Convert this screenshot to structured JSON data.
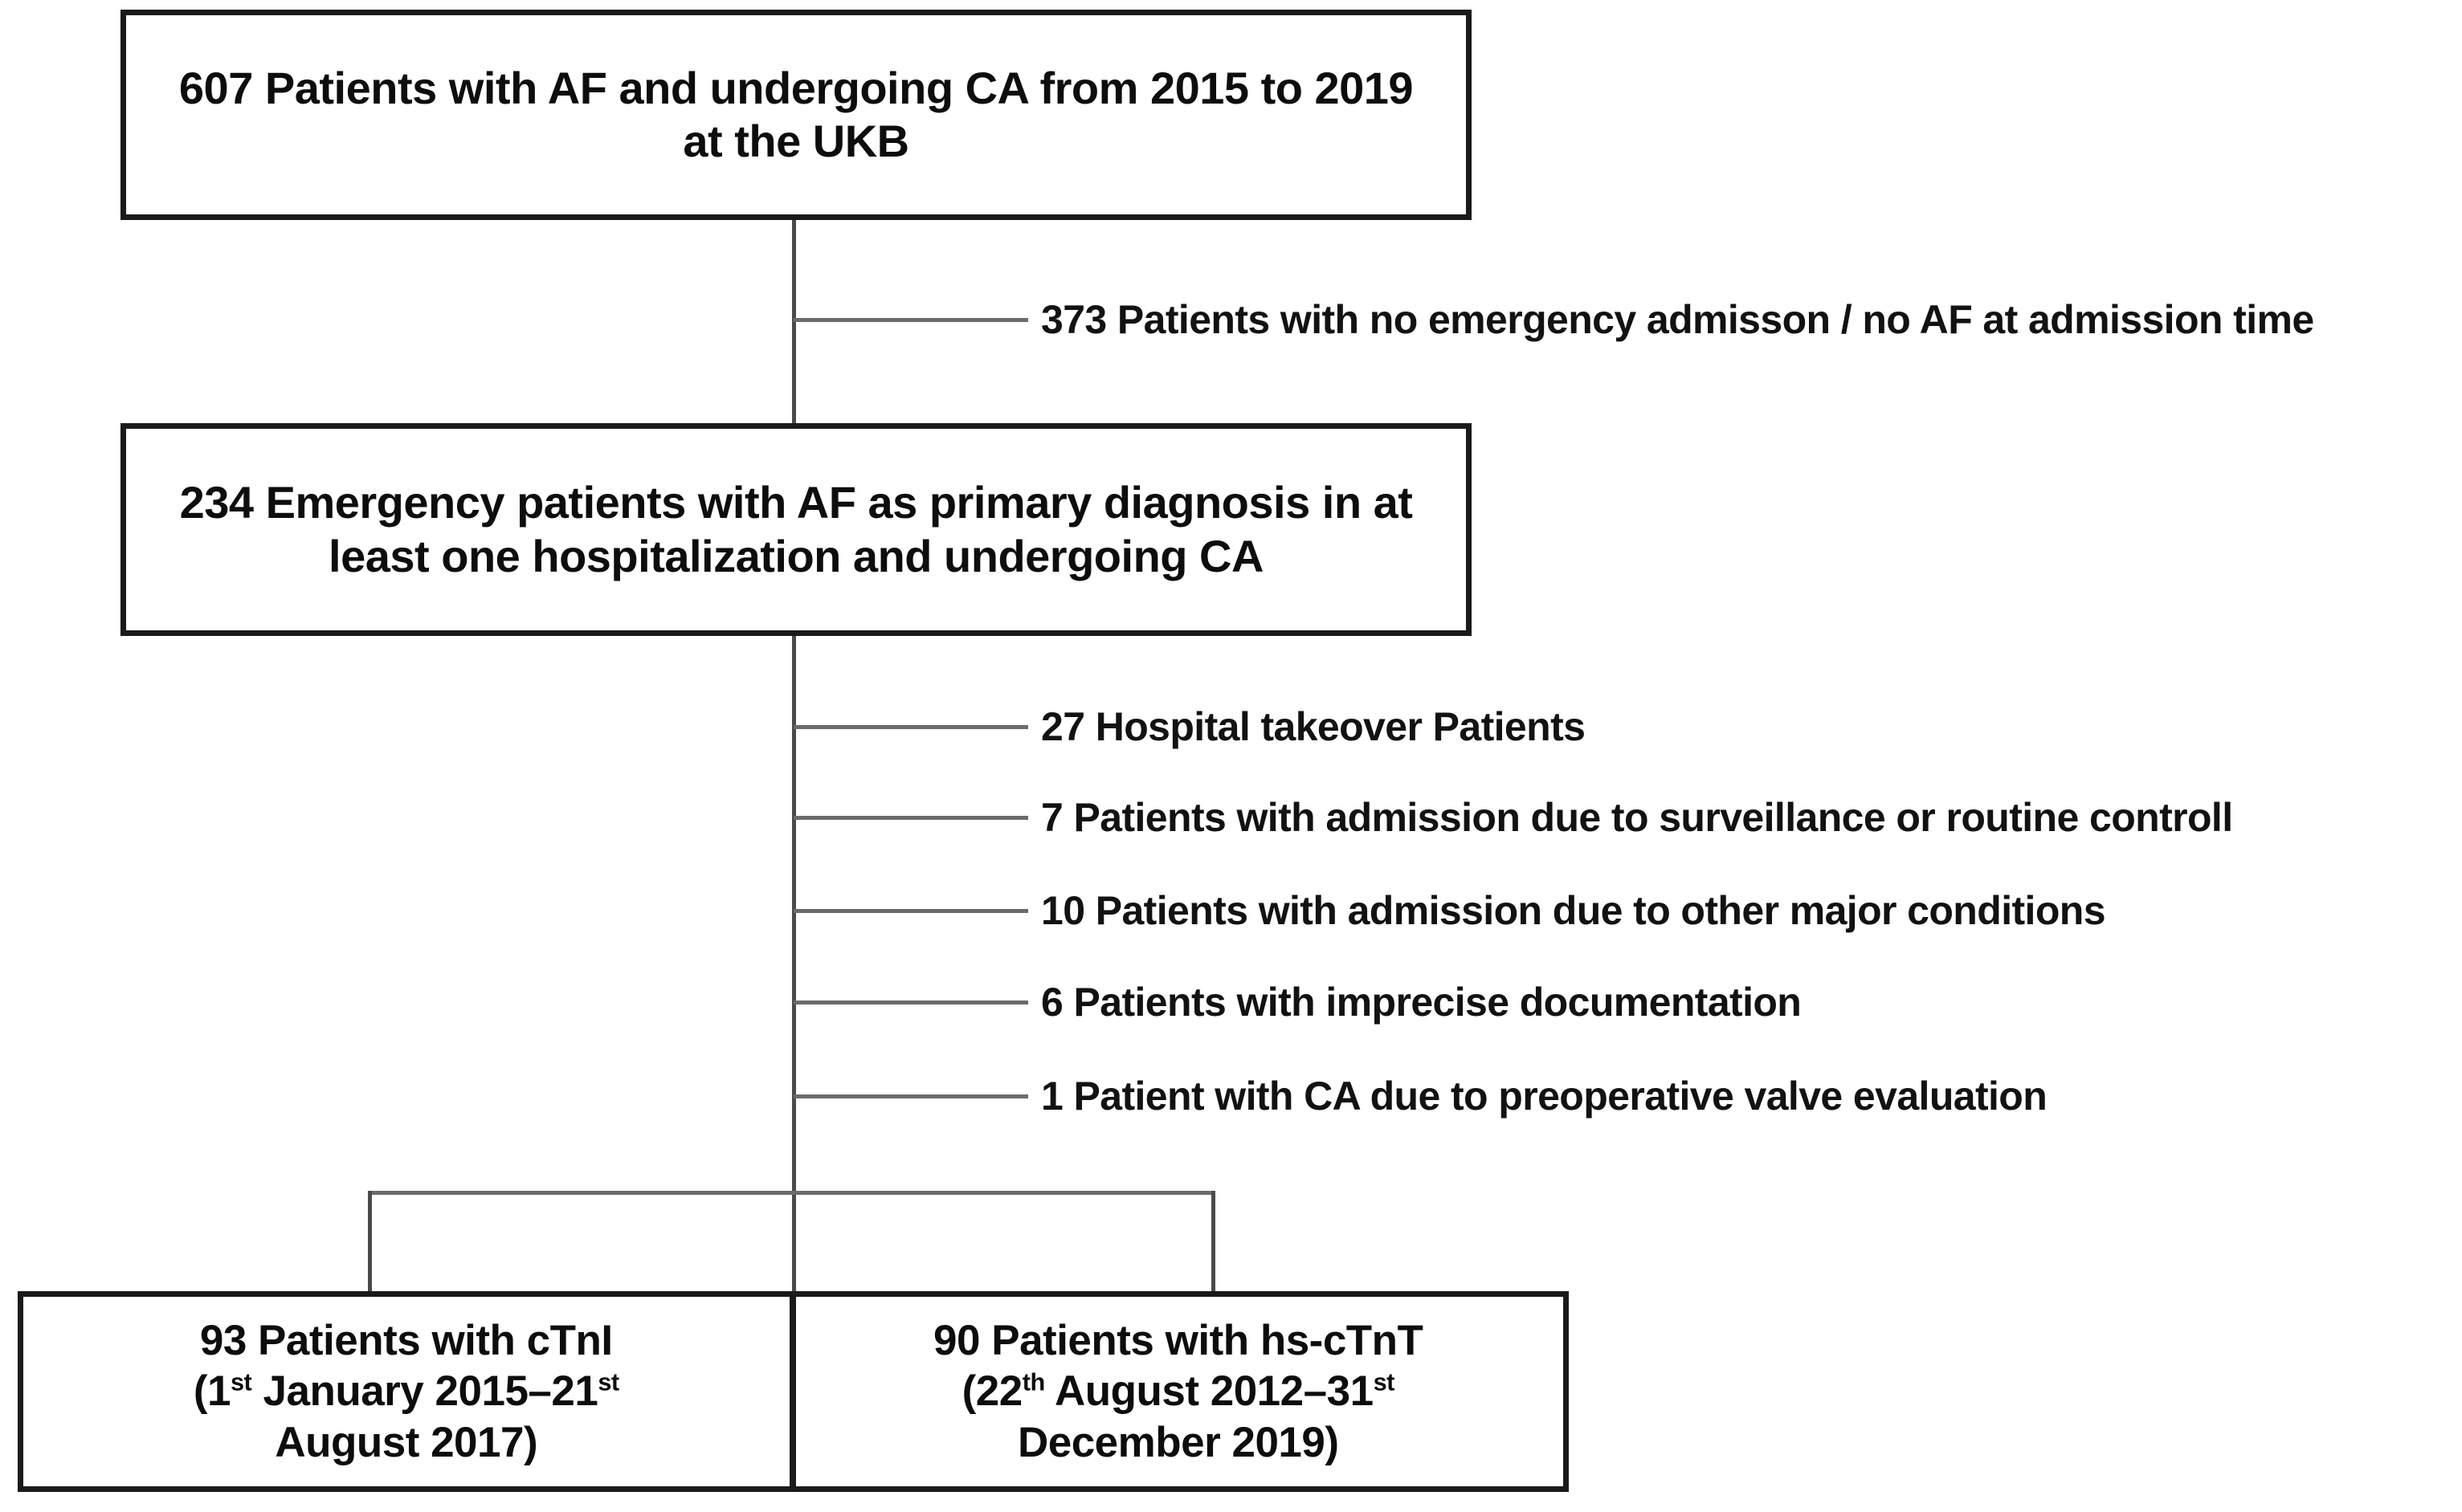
{
  "figure": {
    "type": "flowchart",
    "title": "Patient selection flow diagram",
    "nodes": {
      "cohort": {
        "label": "607 Patients with AF and undergoing CA from 2015 to 2019 at the UKB",
        "count": 607
      },
      "emergency": {
        "label": "234 Emergency patients with AF as primary diagnosis in at least one hospitalization and undergoing CA",
        "count": 234
      },
      "ctni": {
        "line1": "93 Patients with cTnI",
        "line2_pre": "(1",
        "line2_sup1": "st",
        "line2_mid": " January 2015–21",
        "line2_sup2": "st",
        "line3": "August 2017)",
        "count": 93
      },
      "hsctnt": {
        "line1": "90 Patients with hs-cTnT",
        "line2_pre": "(22",
        "line2_sup1": "th",
        "line2_mid": " August 2012–31",
        "line2_sup2": "st",
        "line3": "December 2019)",
        "count": 90
      }
    },
    "exclusions_stage1": [
      {
        "label": "373 Patients with no emergency admisson / no AF at admission time",
        "count": 373
      }
    ],
    "exclusions_stage2": [
      {
        "label": "27 Hospital takeover Patients",
        "count": 27
      },
      {
        "label": "7 Patients with admission due to surveillance or routine controll",
        "count": 7
      },
      {
        "label": "10 Patients with admission due to other major conditions",
        "count": 10
      },
      {
        "label": "6 Patients with imprecise documentation",
        "count": 6
      },
      {
        "label": "1 Patient with CA due to preoperative valve evaluation",
        "count": 1
      }
    ],
    "colors": {
      "box_border": "#1a1a1a",
      "connector": "#6b6b6b",
      "text": "#0d0d0d",
      "background": "#ffffff"
    }
  }
}
